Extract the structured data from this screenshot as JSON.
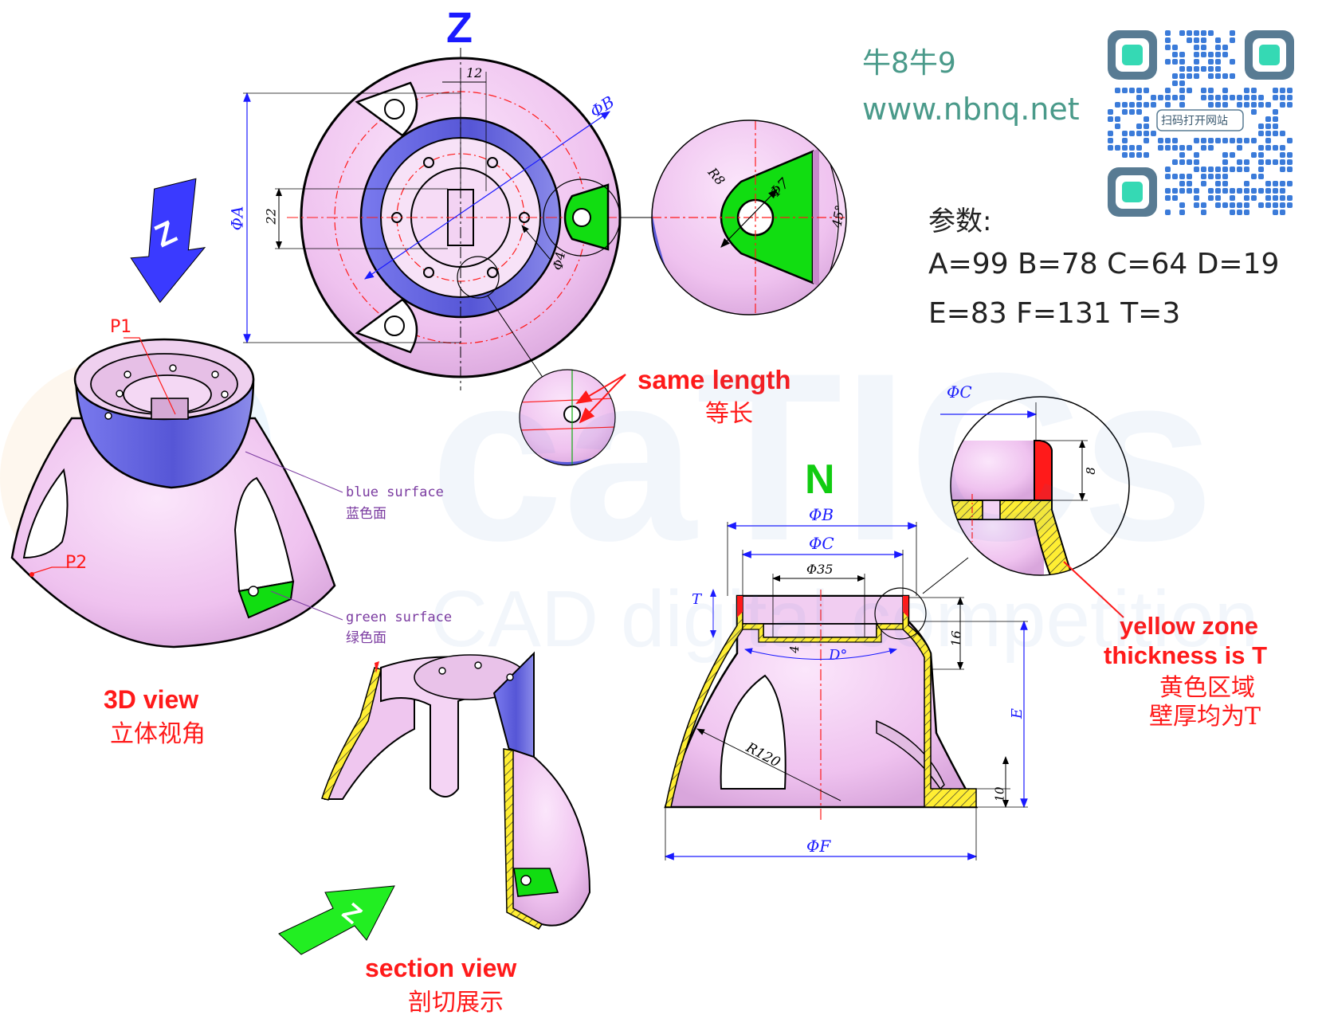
{
  "header": {
    "code": "牛8牛9",
    "site": "www.nbnq.net"
  },
  "qr": {
    "label": "扫码打开网站"
  },
  "params": {
    "title": "参数:",
    "line1": "A=99 B=78 C=64 D=19",
    "line2": "E=83 F=131 T=3"
  },
  "views": {
    "top_label": "Z",
    "front_label": "N",
    "arrow_letter_blue": "Z",
    "arrow_letter_green": "Z",
    "view3d_en": "3D view",
    "view3d_cn": "立体视角",
    "section_en": "section view",
    "section_cn": "剖切展示"
  },
  "points": {
    "p1": "P1",
    "p2": "P2"
  },
  "callouts": {
    "blue_en": "blue surface",
    "blue_cn": "蓝色面",
    "green_en": "green surface",
    "green_cn": "绿色面",
    "same_en": "same length",
    "same_cn": "等长",
    "yellow_en1": "yellow zone",
    "yellow_en2": "thickness is T",
    "yellow_cn1": "黄色区域",
    "yellow_cn2": "壁厚均为T"
  },
  "dims": {
    "top_12": "12",
    "top_phiB": "ΦB",
    "top_phiA": "ΦA",
    "top_22": "22",
    "top_phi4": "Φ4",
    "det_r8": "R8",
    "det_phi7": "Φ7",
    "det_45": "45°",
    "front_phiB": "ΦB",
    "front_phiC": "ΦC",
    "front_phi35": "Φ35",
    "front_T": "T",
    "front_4": "4",
    "front_D": "D°",
    "front_16": "16",
    "front_E": "E",
    "front_R120": "R120",
    "front_10": "10",
    "front_phiF": "ΦF",
    "sec_phiC": "ΦC",
    "sec_8": "8"
  },
  "watermark": {
    "main": "caTICs",
    "sub": "CAD digital competition"
  },
  "colors": {
    "pink": "#f2c8f2",
    "blue": "#5a5ad8",
    "green": "#11dd11",
    "yellow": "#ffee33",
    "red": "#ff1a1a",
    "dim": "#1a1aff"
  }
}
